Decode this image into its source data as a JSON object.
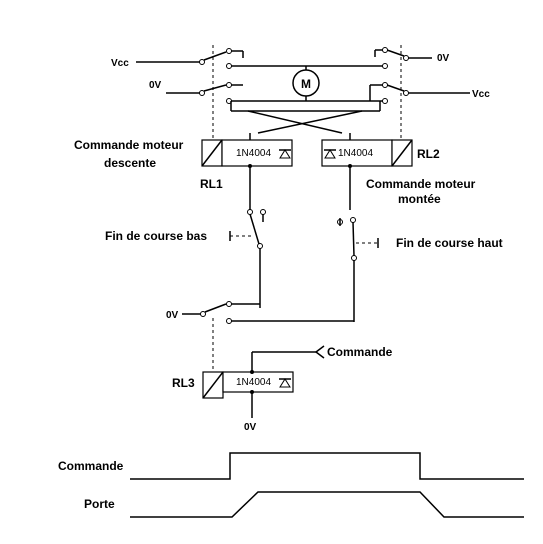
{
  "labels": {
    "vcc_left": "Vcc",
    "zero_v_top_right": "0V",
    "zero_v_left": "0V",
    "vcc_right": "Vcc",
    "motor": "M",
    "rl1_caption_line1": "Commande moteur",
    "rl1_caption_line2": "descente",
    "rl1": "RL1",
    "rl2": "RL2",
    "rl2_caption_line1": "Commande moteur",
    "rl2_caption_line2": "montée",
    "diode_rl1": "1N4004",
    "diode_rl2": "1N4004",
    "diode_rl3": "1N4004",
    "limit_low": "Fin de course bas",
    "limit_high": "Fin de course haut",
    "zero_v_rl3": "0V",
    "commande_input": "Commande",
    "rl3": "RL3",
    "zero_v_bottom": "0V"
  },
  "timing": {
    "commande_label": "Commande",
    "porte_label": "Porte"
  }
}
